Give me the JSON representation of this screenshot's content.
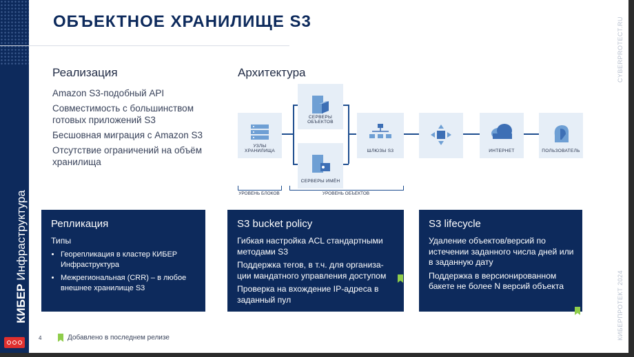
{
  "slide": {
    "title": "ОБЪЕКТНОЕ ХРАНИЛИЩЕ S3",
    "side_brand_bold": "КИБЕР",
    "side_brand_rest": " Инфраструктура",
    "side_url": "CYBERPROTECT.RU",
    "side_copyright": "КИБЕРПРОТЕКТ 2024",
    "page_number": "4",
    "footer_note": "Добавлено в последнем релизе"
  },
  "implementation": {
    "heading": "Реализация",
    "items": [
      "Amazon S3-подобный API",
      "Совместимость с большинством готовых приложений S3",
      "Бесшовная миграция с Amazon S3",
      "Отсутствие ограничений на объём хранилища"
    ]
  },
  "architecture": {
    "heading": "Архитектура",
    "nodes": {
      "storage": "УЗЛЫ ХРАНИЛИЩА",
      "object_servers": "СЕРВЕРЫ ОБЪЕКТОВ",
      "name_servers": "СЕРВЕРЫ ИМЁН",
      "gateways": "ШЛЮЗЫ S3",
      "balancer": "",
      "internet": "ИНТЕРНЕТ",
      "user": "ПОЛЬЗОВАТЕЛЬ"
    },
    "levels": {
      "blocks": "УРОВЕНЬ БЛОКОВ",
      "objects": "УРОВЕНЬ ОБЪЕКТОВ"
    }
  },
  "cards": {
    "replication": {
      "title": "Репликация",
      "subtitle": "Типы",
      "items": [
        "Георепликация в кластер КИБЕР Инфраструктура",
        "Межрегиональная (CRR) – в любое внешнее хранилище S3"
      ]
    },
    "bucket_policy": {
      "title": "S3 bucket policy",
      "items": [
        "Гибкая настройка ACL стандартными методами S3",
        "Поддержка тегов, в т.ч. для организа-ции мандатного управления доступом",
        "Проверка на вхождение IP-адреса в заданный пул"
      ]
    },
    "lifecycle": {
      "title": "S3 lifecycle",
      "items": [
        "Удаление объектов/версий по истечении заданного числа дней или в заданную дату",
        "Поддержка в версионированном бакете не более N версий объекта"
      ]
    }
  },
  "colors": {
    "navy": "#0d2a5c",
    "node_bg": "#e6eef7",
    "accent_green": "#8fcd4b",
    "logo_red": "#e0302e"
  }
}
